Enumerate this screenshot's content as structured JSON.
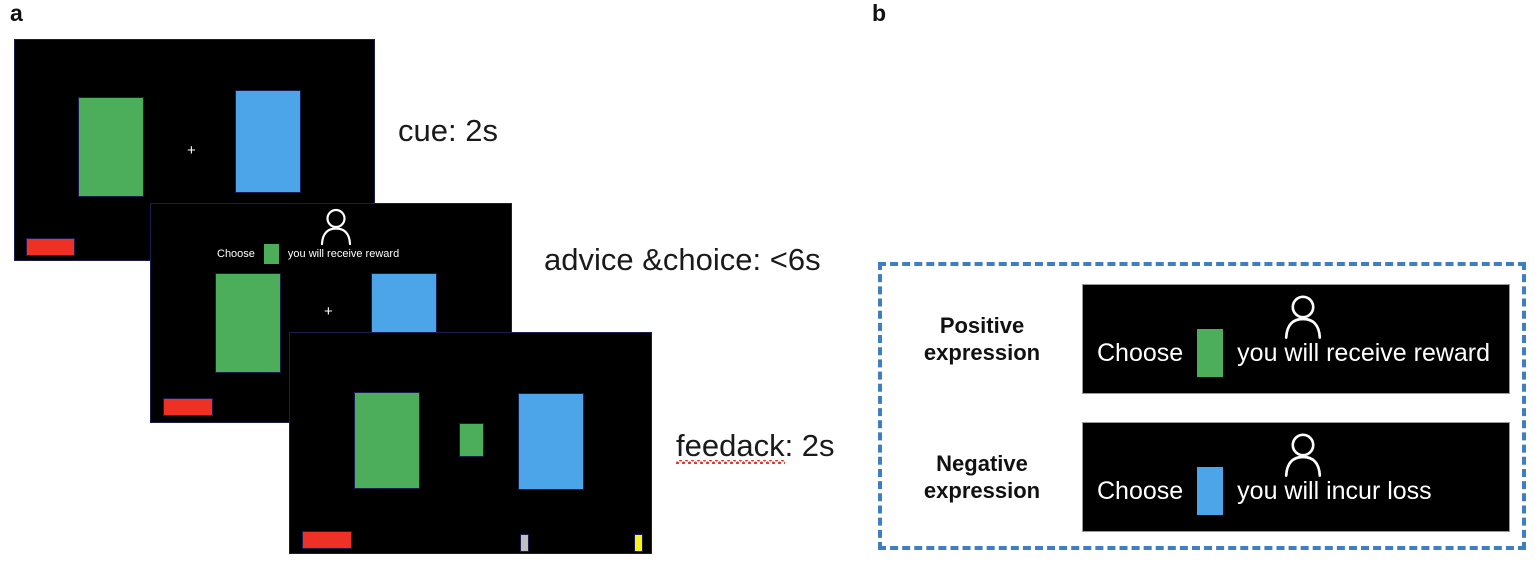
{
  "figure": {
    "panel_a_letter": "a",
    "panel_b_letter": "b"
  },
  "panel_a": {
    "screens": [
      {
        "name": "cue",
        "caption": "cue: 2s",
        "fixation": "+",
        "elements": [
          "green-rectangle",
          "blue-rectangle",
          "red-bar"
        ]
      },
      {
        "name": "advice-choice",
        "caption": "advice &choice: <6s",
        "fixation": "+",
        "advice_prefix": "Choose",
        "advice_suffix": "you will receive reward",
        "advice_swatch_color": "#4CAE5A",
        "avatar": "person-icon",
        "elements": [
          "green-rectangle",
          "blue-rectangle",
          "red-bar"
        ]
      },
      {
        "name": "feedback",
        "caption_word": "feedack",
        "caption_rest": ": 2s",
        "elements": [
          "green-rectangle",
          "small-green-rectangle",
          "blue-rectangle",
          "red-bar",
          "grey-bar",
          "yellow-bar"
        ]
      }
    ]
  },
  "panel_b": {
    "rows": [
      {
        "label_line1": "Positive",
        "label_line2": "expression",
        "choose_text": "Choose",
        "message": "you will receive reward",
        "swatch_color": "#4CAE5A",
        "avatar": "person-icon"
      },
      {
        "label_line1": "Negative",
        "label_line2": "expression",
        "choose_text": "Choose",
        "message": "you will incur loss",
        "swatch_color": "#4BA5E8",
        "avatar": "person-icon"
      }
    ],
    "border_color": "#3E7FC1"
  },
  "colors": {
    "green": "#4CAE5A",
    "blue": "#4BA5E8",
    "red": "#EE3124",
    "grey": "#BFBFBF",
    "yellow": "#F7F222",
    "screen_background": "#000000",
    "page_background": "#FFFFFF",
    "dashed_border": "#3E7FC1",
    "spellcheck_underline": "#E2342A"
  }
}
